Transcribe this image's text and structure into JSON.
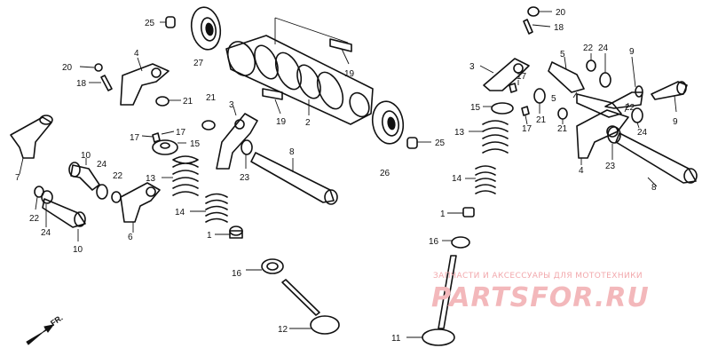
{
  "diagram": {
    "direction_label": "FR.",
    "watermark": {
      "tagline": "ЗАПЧАСТИ И АКСЕССУАРЫ ДЛЯ МОТОТЕХНИКИ",
      "logo": "PARTSFOR.RU",
      "color": "#f2a8ac"
    },
    "callouts": {
      "c1a": "1",
      "c1b": "1",
      "c2": "2",
      "c3a": "3",
      "c3b": "3",
      "c4a": "4",
      "c4b": "4",
      "c5a": "5",
      "c5b": "5",
      "c6": "6",
      "c7": "7",
      "c8a": "8",
      "c8b": "8",
      "c9a": "9",
      "c9b": "9",
      "c10a": "10",
      "c10b": "10",
      "c11": "11",
      "c12": "12",
      "c13a": "13",
      "c13b": "13",
      "c14a": "14",
      "c14b": "14",
      "c15a": "15",
      "c15b": "15",
      "c16a": "16",
      "c16b": "16",
      "c17a": "17",
      "c17b": "17",
      "c17c": "17",
      "c17d": "17",
      "c18a": "18",
      "c18b": "18",
      "c19a": "19",
      "c19b": "19",
      "c20a": "20",
      "c20b": "20",
      "c21a": "21",
      "c21b": "21",
      "c21c": "21",
      "c21d": "21",
      "c22a": "22",
      "c22b": "22",
      "c22c": "22",
      "c22d": "22",
      "c23a": "23",
      "c23b": "23",
      "c24a": "24",
      "c24b": "24",
      "c24c": "24",
      "c24d": "24",
      "c25a": "25",
      "c25b": "25",
      "c26": "26",
      "c27": "27"
    }
  }
}
